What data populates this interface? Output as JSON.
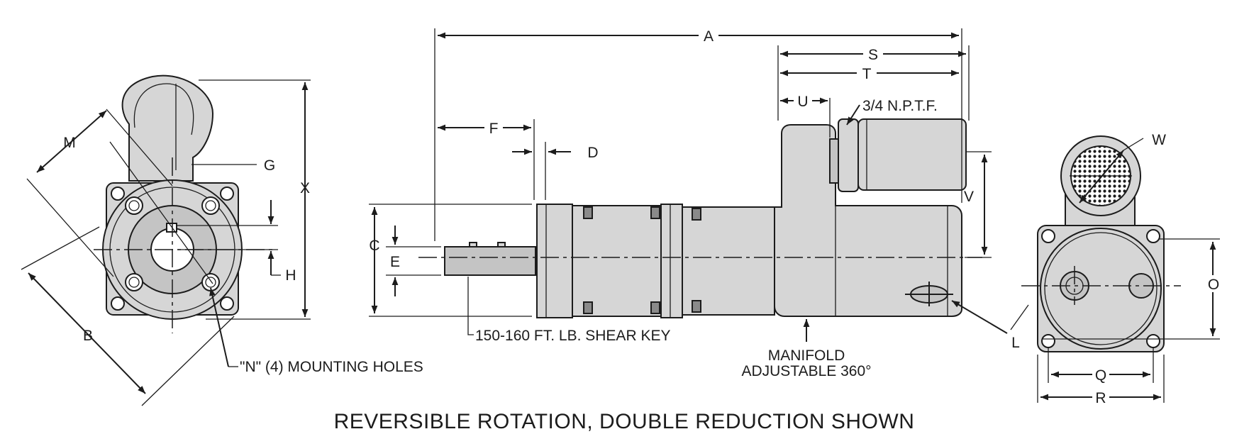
{
  "labels": {
    "A": "A",
    "B": "B",
    "C": "C",
    "D": "D",
    "E": "E",
    "F": "F",
    "G": "G",
    "H": "H",
    "L": "L",
    "M": "M",
    "O": "O",
    "Q": "Q",
    "R": "R",
    "S": "S",
    "T": "T",
    "U": "U",
    "V": "V",
    "W": "W",
    "X": "X"
  },
  "annotations": {
    "npt": "3/4 N.P.T.F.",
    "shear_key": "150-160 FT. LB. SHEAR KEY",
    "mounting_holes": "\"N\" (4) MOUNTING HOLES",
    "manifold_line1": "MANIFOLD",
    "manifold_line2": "ADJUSTABLE 360°"
  },
  "caption": "REVERSIBLE ROTATION, DOUBLE REDUCTION SHOWN",
  "colors": {
    "line": "#1c1c1c",
    "body": "#d6d6d6",
    "shade": "#c4c4c4"
  }
}
